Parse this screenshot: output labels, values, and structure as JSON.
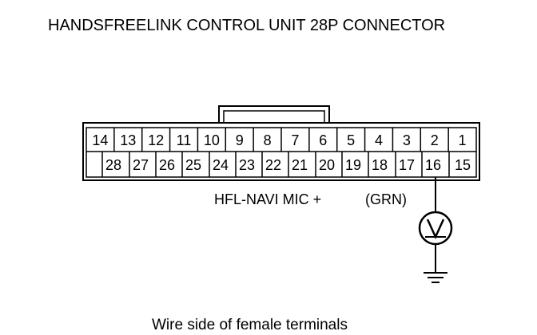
{
  "title": "HANDSFREELINK CONTROL UNIT 28P CONNECTOR",
  "connector": {
    "top_row_pins": [
      "14",
      "13",
      "12",
      "11",
      "10",
      "9",
      "8",
      "7",
      "6",
      "5",
      "4",
      "3",
      "2",
      "1"
    ],
    "bottom_row_pins": [
      "28",
      "27",
      "26",
      "25",
      "24",
      "23",
      "22",
      "21",
      "20",
      "19",
      "18",
      "17",
      "16",
      "15"
    ],
    "measured_pin": "16"
  },
  "wire_label": "HFL-NAVI MIC +",
  "wire_color_label": "(GRN)",
  "meter": {
    "type": "voltmeter",
    "symbol": "V"
  },
  "ground_icon": "ground-symbol-icon",
  "caption": "Wire side of female terminals"
}
